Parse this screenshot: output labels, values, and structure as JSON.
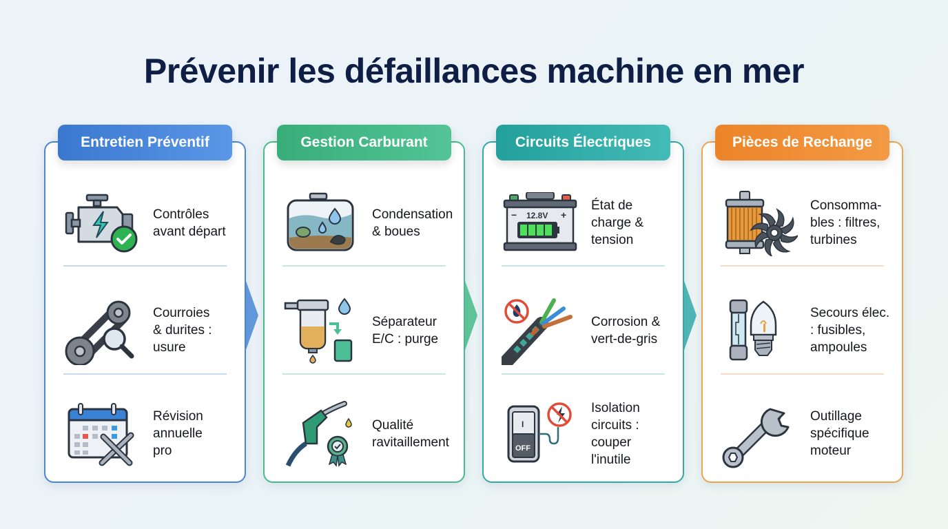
{
  "title": "Prévenir les défaillances machine en mer",
  "panels": [
    {
      "header": "Entretien Préventif",
      "color": "#3b7fd4",
      "items": [
        {
          "icon": "engine-check-icon",
          "label": "Contrôles\navant départ"
        },
        {
          "icon": "belt-inspection-icon",
          "label": "Courroies\n& durites :\nusure"
        },
        {
          "icon": "calendar-tools-icon",
          "label": "Révision\nannuelle\npro"
        }
      ]
    },
    {
      "header": "Gestion Carburant",
      "color": "#3db57f",
      "items": [
        {
          "icon": "fuel-tank-sludge-icon",
          "label": "Condensation\n& boues"
        },
        {
          "icon": "water-separator-icon",
          "label": "Séparateur\nE/C : purge"
        },
        {
          "icon": "fuel-nozzle-quality-icon",
          "label": "Qualité\nravitaillement"
        }
      ]
    },
    {
      "header": "Circuits Électriques",
      "color": "#2aa5a3",
      "items": [
        {
          "icon": "battery-icon",
          "label": "État de\ncharge &\ntension",
          "battery_voltage": "12.8V"
        },
        {
          "icon": "corroded-wire-icon",
          "label": "Corrosion &\nvert-de-gris"
        },
        {
          "icon": "off-switch-icon",
          "label": "Isolation\ncircuits :\ncouper\nl'inutile",
          "switch_on": "I",
          "switch_off": "OFF"
        }
      ]
    },
    {
      "header": "Pièces de Rechange",
      "color": "#ee8a32",
      "items": [
        {
          "icon": "filter-impeller-icon",
          "label": "Consomma-\nbles : filtres,\nturbines"
        },
        {
          "icon": "fuse-bulb-icon",
          "label": "Secours élec.\n: fusibles,\nampoules"
        },
        {
          "icon": "wrench-icon",
          "label": "Outillage\nspécifique\nmoteur"
        }
      ]
    }
  ]
}
